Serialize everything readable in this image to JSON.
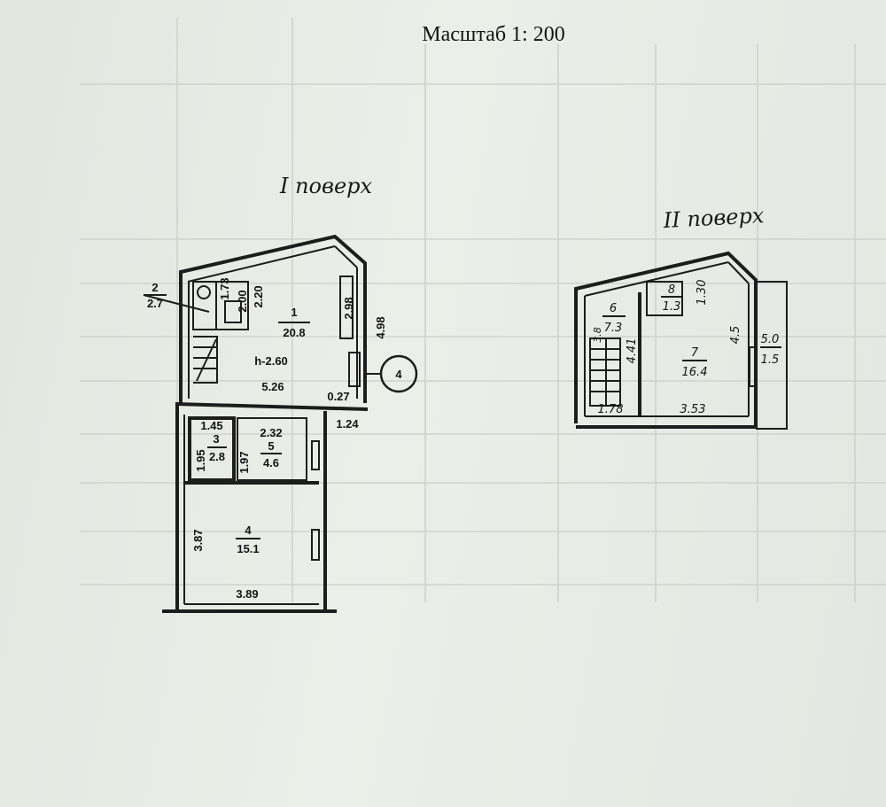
{
  "header": {
    "scale": "Масштаб 1: 200"
  },
  "floor1": {
    "title": "I поверх",
    "height_label": "h-2.60",
    "entrance_marker": "4",
    "rooms": [
      {
        "no": "1",
        "area": "20.8"
      },
      {
        "no": "2",
        "area": "2.7"
      },
      {
        "no": "3",
        "area": "2.8"
      },
      {
        "no": "5",
        "area": "4.6"
      },
      {
        "no": "4",
        "area": "15.1"
      }
    ],
    "dims": {
      "d173": "1.73",
      "d200": "2.00",
      "d220": "2.20",
      "d298": "2.98",
      "d498": "4.98",
      "d526": "5.26",
      "d027": "0.27",
      "d124": "1.24",
      "d145": "1.45",
      "d232": "2.32",
      "d195": "1.95",
      "d197": "1.97",
      "d387": "3.87",
      "d389": "3.89"
    }
  },
  "floor2": {
    "title": "II поверх",
    "rooms": [
      {
        "no": "6",
        "area": "7.3"
      },
      {
        "no": "8",
        "area": "1.3"
      },
      {
        "no": "7",
        "area": "16.4"
      },
      {
        "no": "5.0",
        "area": "1.5"
      }
    ],
    "dims": {
      "d130": "1.30",
      "d441": "4.41",
      "d38": "3.8",
      "d45": "4.5",
      "d178": "1.78",
      "d353": "3.53"
    }
  }
}
